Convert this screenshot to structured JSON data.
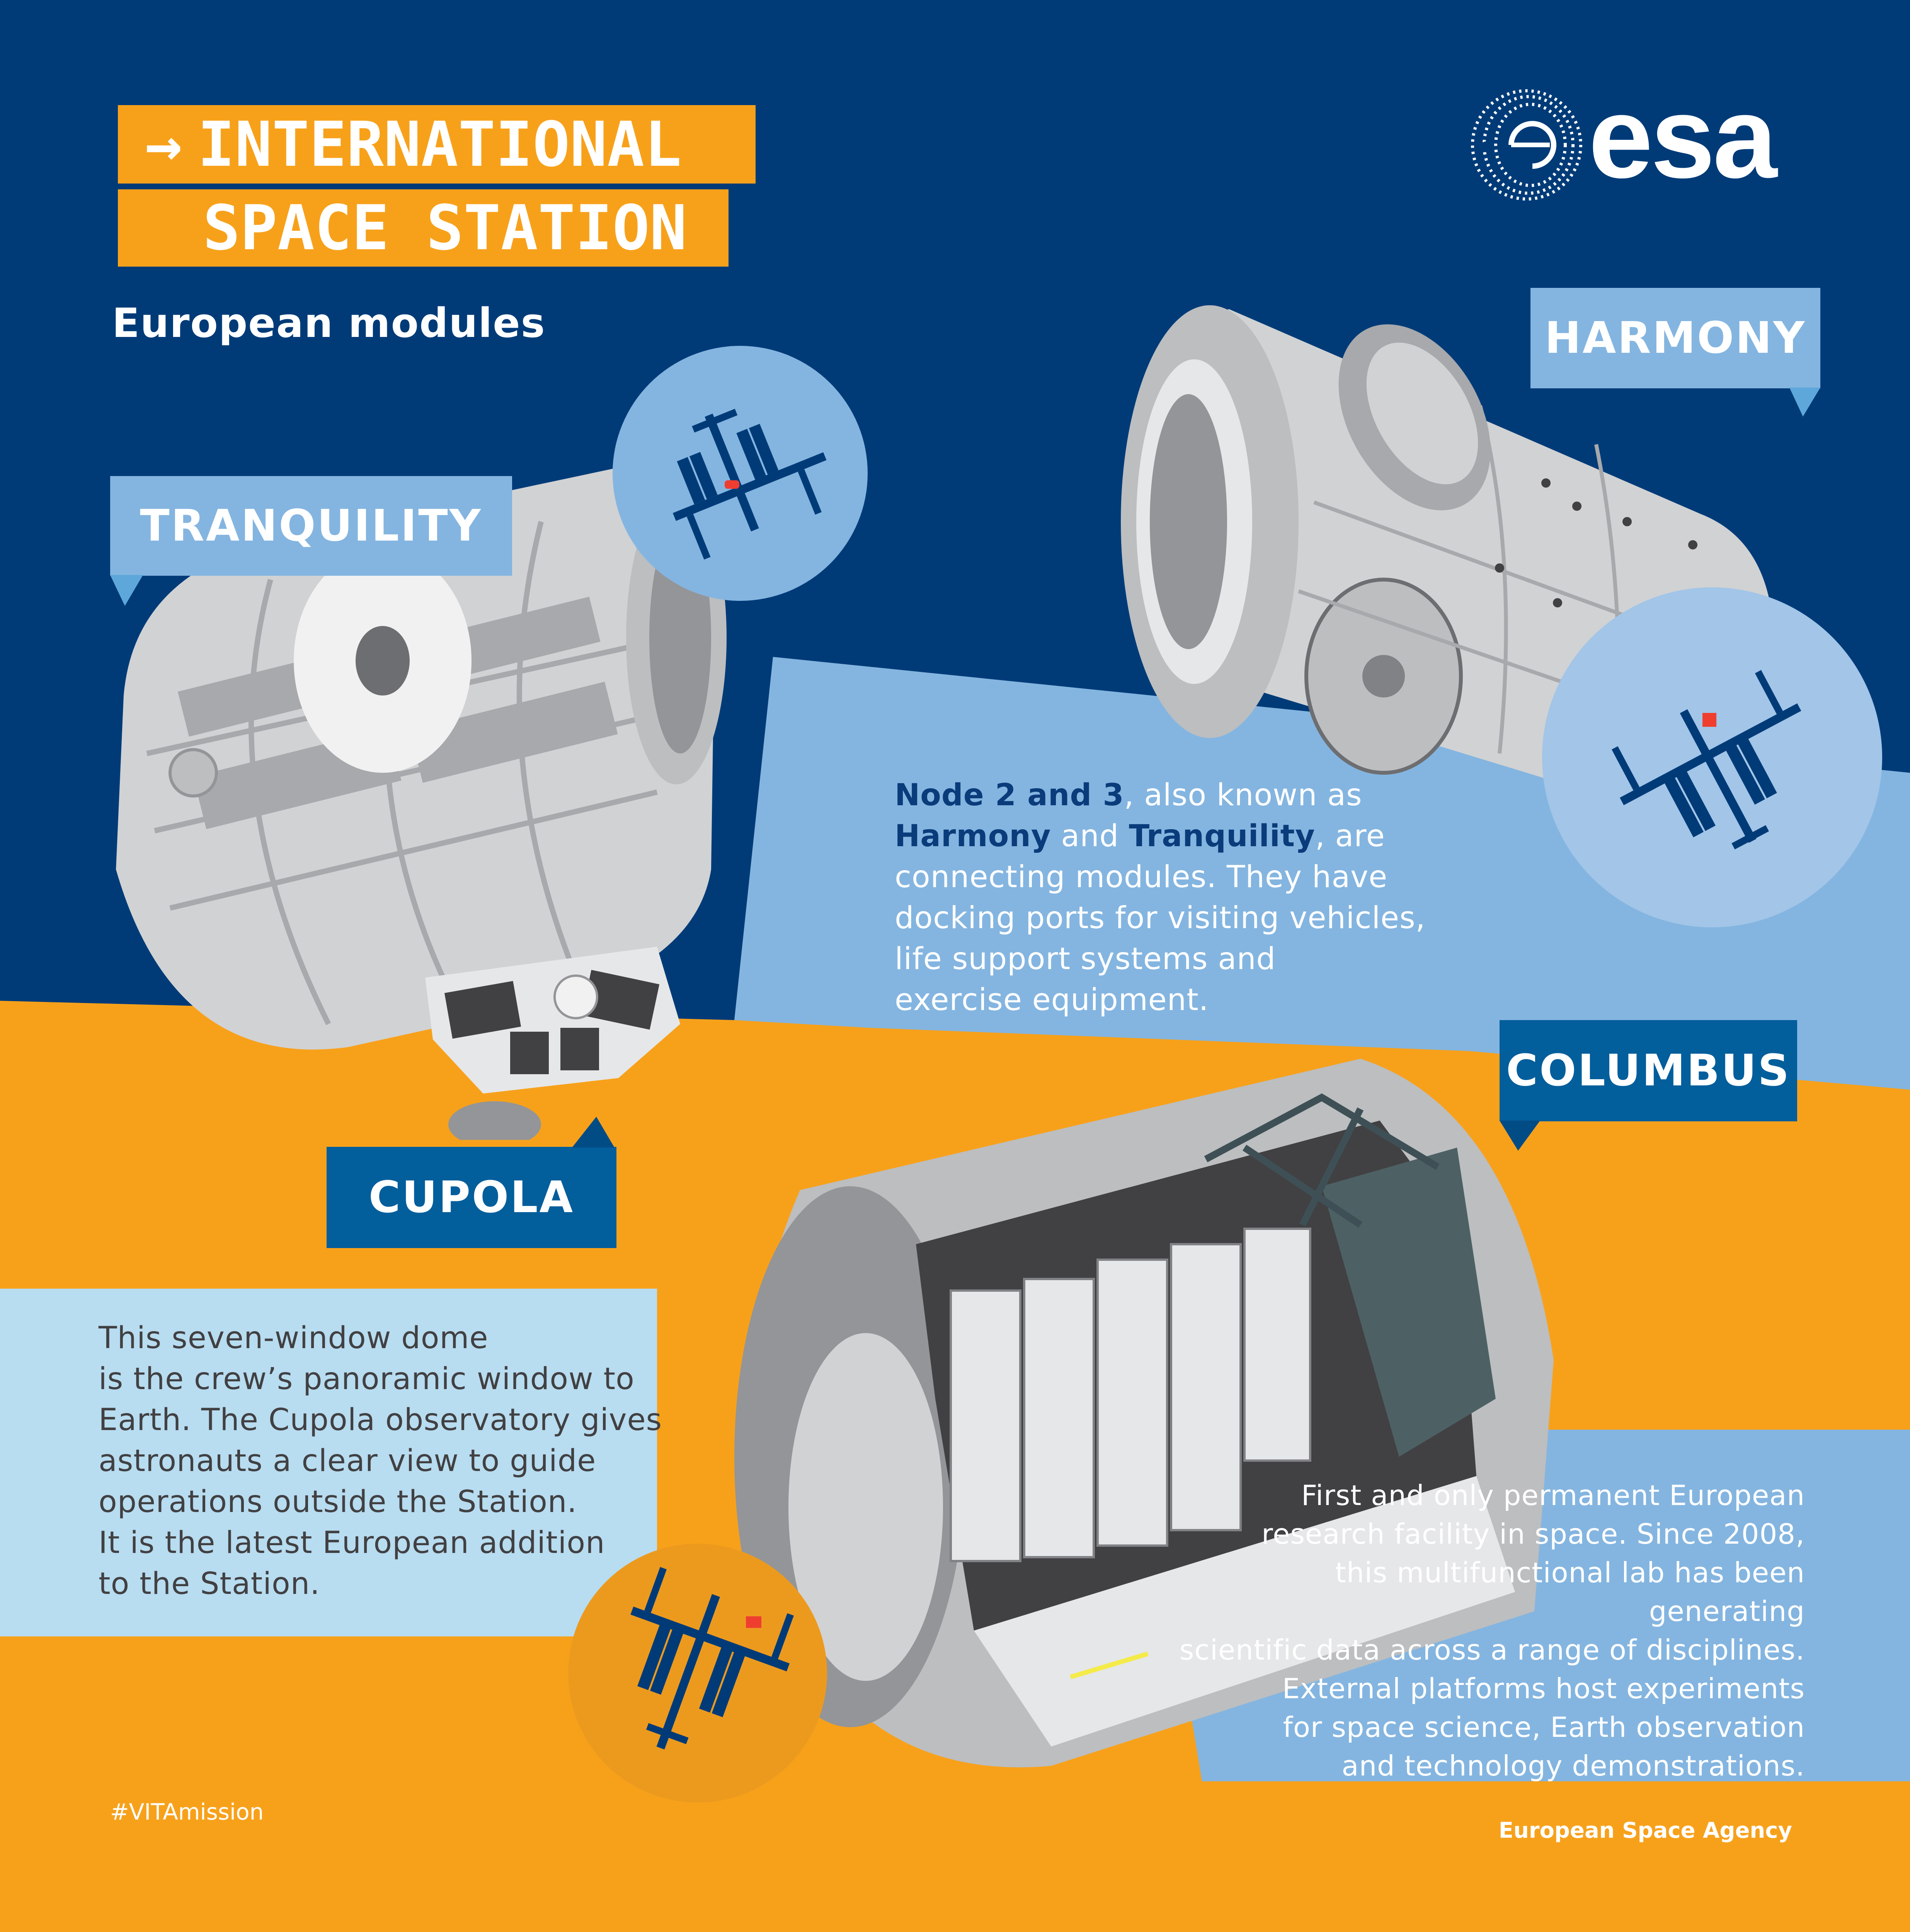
{
  "header": {
    "title_line1": "INTERNATIONAL",
    "title_line2": "SPACE STATION",
    "title_arrow": "→",
    "subtitle": "European modules"
  },
  "logo": {
    "wordmark": "esa",
    "icon": "esa-swirl-logo-icon"
  },
  "modules": {
    "tranquility": {
      "label": "TRANQUILITY"
    },
    "harmony": {
      "label": "HARMONY"
    },
    "cupola": {
      "label": "CUPOLA"
    },
    "columbus": {
      "label": "COLUMBUS"
    }
  },
  "node_description": {
    "bold1": "Node 2 and 3",
    "text1": ", also known as",
    "bold2": "Harmony",
    "text2": " and ",
    "bold3": "Tranquility",
    "text3": ", are",
    "line3": "connecting modules. They have",
    "line4": "docking ports for visiting vehicles,",
    "line5": "life support systems and",
    "line6": "exercise equipment."
  },
  "cupola_description": {
    "lines": [
      "This seven-window dome",
      "is the crew’s panoramic window to",
      "Earth. The Cupola observatory gives",
      "astronauts a clear view to guide",
      "operations outside the Station.",
      "It is the latest European addition",
      "to the Station."
    ]
  },
  "columbus_description": {
    "lines": [
      "First and only permanent European",
      "research facility in space. Since 2008,",
      "this multifunctional lab has been generating",
      "scientific data across a range of disciplines.",
      "External platforms host experiments",
      "for space science, Earth observation",
      "and technology demonstrations."
    ]
  },
  "footer": {
    "hashtag": "#VITAmission",
    "organization": "European Space Agency"
  },
  "colors": {
    "dark_blue": "#003B78",
    "orange": "#F7A11B",
    "light_blue": "#84B5E0",
    "pale_blue": "#B8DCF0",
    "tag_dark_blue": "#035E9C",
    "highlight_red": "#EF3E2F",
    "iss_silhouette": "#003B78"
  }
}
